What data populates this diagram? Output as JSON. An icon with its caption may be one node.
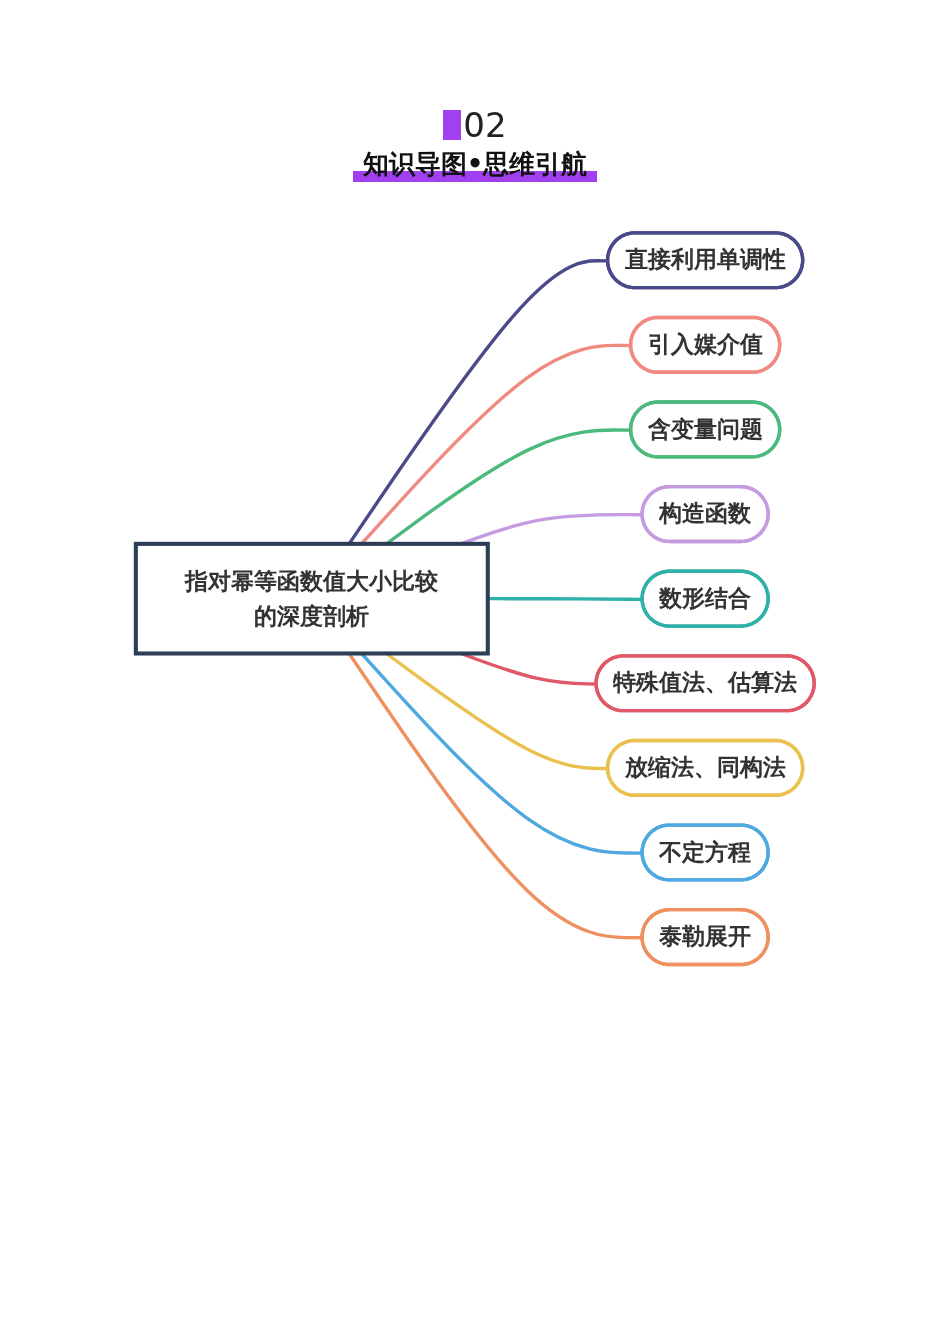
{
  "diagram": {
    "title": "知识导图•思维引航",
    "labels": [
      "02"
    ],
    "nodes": [
      {
        "text": [
          "指对幂等函数值大小比较的深度剖析"
        ]
      },
      {
        "text": [
          "直接利用单调性"
        ]
      },
      {
        "text": [
          "引入媒介值"
        ]
      },
      {
        "text": [
          "含变量问题"
        ]
      },
      {
        "text": [
          "构造函数"
        ]
      },
      {
        "text": [
          "数形结合"
        ]
      },
      {
        "text": [
          "特殊值法、估算法"
        ]
      },
      {
        "text": [
          "放缩法、同构法"
        ]
      },
      {
        "text": [
          "不定方程"
        ]
      },
      {
        "text": [
          "泰勒展开"
        ]
      }
    ],
    "edges": [
      {
        "from": 0,
        "to": 1,
        "arrow": "none",
        "color": "#4a4a8a"
      },
      {
        "from": 0,
        "to": 2,
        "arrow": "none",
        "color": "#f08a80"
      },
      {
        "from": 0,
        "to": 3,
        "arrow": "none",
        "color": "#4cb97e"
      },
      {
        "from": 0,
        "to": 4,
        "arrow": "none",
        "color": "#c49be0"
      },
      {
        "from": 0,
        "to": 5,
        "arrow": "none",
        "color": "#2fb0a8"
      },
      {
        "from": 0,
        "to": 6,
        "arrow": "none",
        "color": "#e05868"
      },
      {
        "from": 0,
        "to": 7,
        "arrow": "none",
        "color": "#eac04e"
      },
      {
        "from": 0,
        "to": 8,
        "arrow": "none",
        "color": "#4fa8e0"
      },
      {
        "from": 0,
        "to": 9,
        "arrow": "none",
        "color": "#ee9060"
      }
    ]
  }
}
